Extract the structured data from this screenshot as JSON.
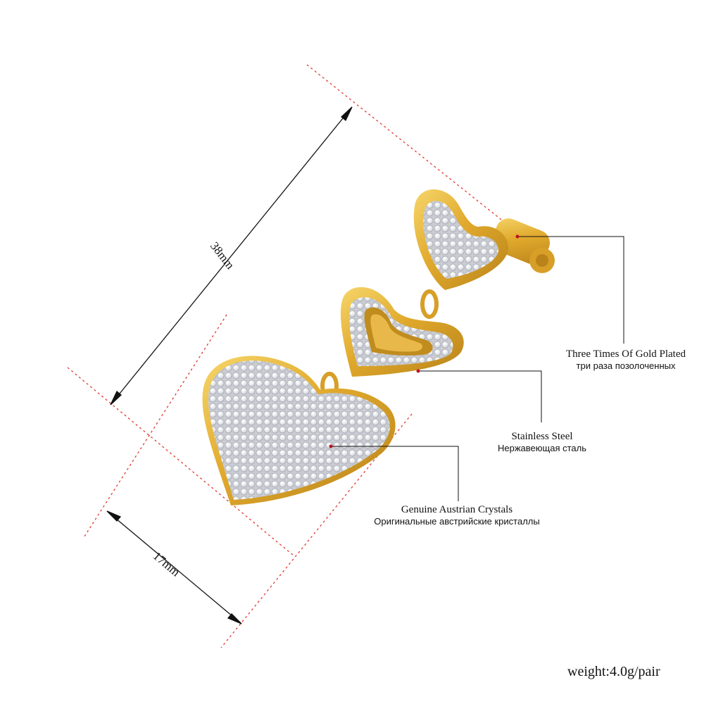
{
  "measurements": {
    "length": "38mm",
    "width": "17mm"
  },
  "callouts": {
    "plating": {
      "en": "Three Times Of Gold Plated",
      "ru": "три раза позолоченных"
    },
    "material": {
      "en": "Stainless Steel",
      "ru": "Нержавеющая сталь"
    },
    "crystals": {
      "en": "Genuine Austrian Crystals",
      "ru": "Оригинальные австрийские кристаллы"
    }
  },
  "weight": "weight:4.0g/pair",
  "colors": {
    "gold": "#e0a92c",
    "gold_dark": "#b9831a",
    "crystal": "#e4e6ea",
    "guide_line": "#e0392e",
    "leader_line": "#111111"
  }
}
